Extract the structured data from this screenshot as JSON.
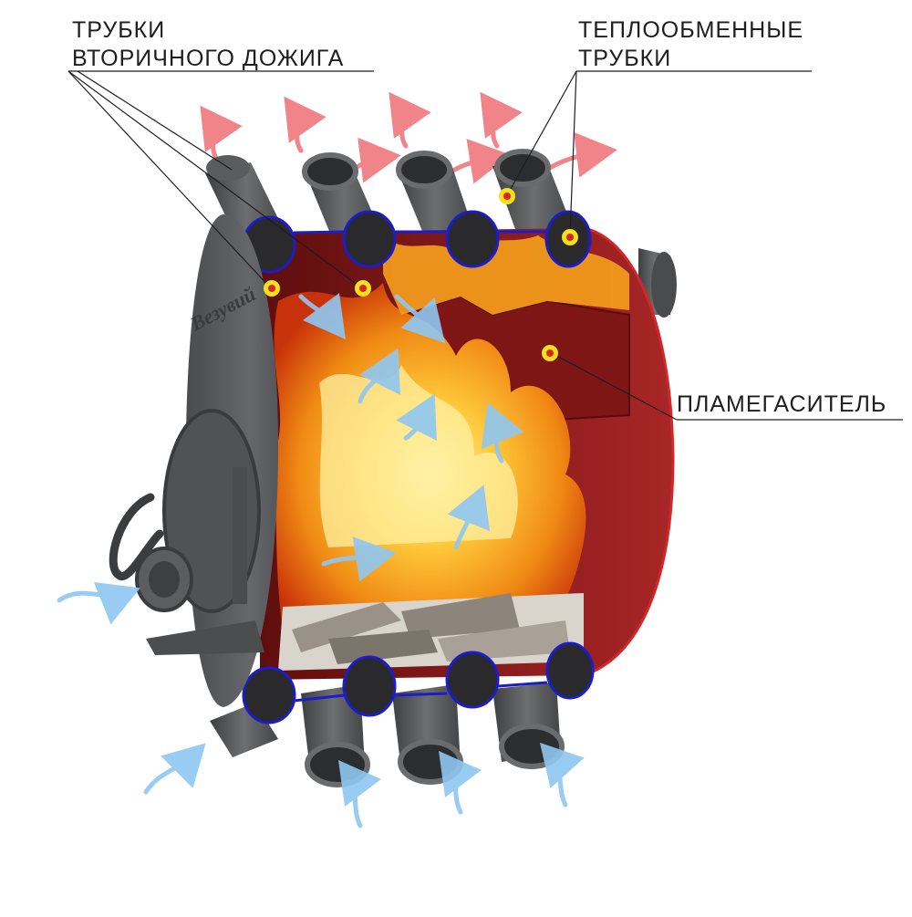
{
  "callouts": {
    "secondary_burn_tubes": [
      "ТРУБКИ",
      "ВТОРИЧНОГО ДОЖИГА"
    ],
    "heat_exchange_tubes": [
      "ТЕПЛООБМЕННЫЕ",
      "ТРУБКИ"
    ],
    "flame_arrester": "ПЛАМЕГАСИТЕЛЬ"
  },
  "brand": "Везувий",
  "colors": {
    "steel": "#5a5b5d",
    "steel_dark": "#3b3c3e",
    "steel_light": "#7a7b7d",
    "chamber": "#8c1c1c",
    "chamber_dark": "#6a1010",
    "flame_core": "#ffe680",
    "flame_mid": "#ffa21a",
    "flame_edge": "#e0420e",
    "tube_outline": "#1c1cc8",
    "marker_fill": "#f5e11a",
    "marker_dot": "#d9261c",
    "air_flow": "#8fc7f2",
    "hot_flow": "#ef6f74",
    "leader_line": "#1e1e1e"
  }
}
